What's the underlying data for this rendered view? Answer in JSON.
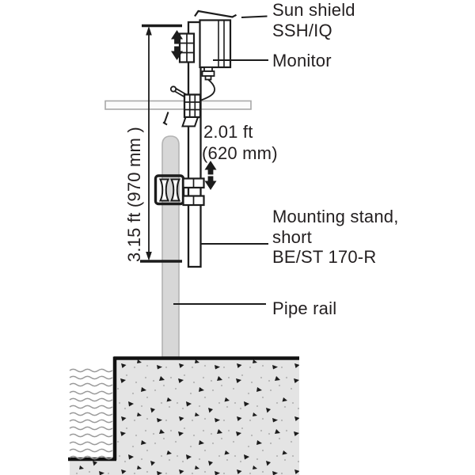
{
  "annotations": {
    "sun_shield": {
      "line1": "Sun shield",
      "line2": "SSH/IQ"
    },
    "monitor": "Monitor",
    "mounting_stand": {
      "line1": "Mounting stand,",
      "line2": "short",
      "line3": "BE/ST 170-R"
    },
    "pipe_rail": "Pipe rail"
  },
  "dimensions": {
    "stand_height": "3.15 ft (970 mm )",
    "offset": {
      "line1": "2.01 ft",
      "line2": "(620 mm)"
    }
  },
  "colors": {
    "ink": "#1c1c1c",
    "text": "#231f20",
    "pipe_fill": "#d7d7d7",
    "pipe_outline": "#b3b3b3",
    "concrete_fill": "#e4e4e4",
    "water": "#9a9a9a",
    "rail_outline": "#a8a8a8"
  }
}
